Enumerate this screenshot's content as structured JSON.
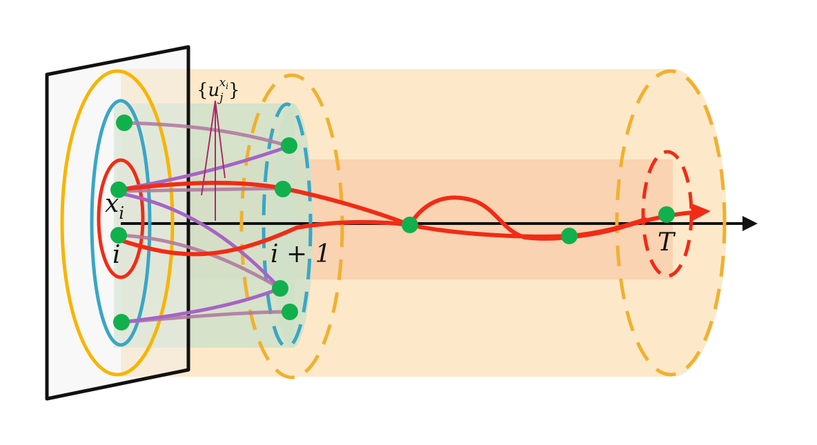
{
  "labels": {
    "x_i": "x",
    "x_i_sub": "i",
    "step_i": "i",
    "step_next": "i + 1",
    "terminal": "T",
    "set_open": "{",
    "set_var": "u",
    "set_sub": "j",
    "set_sup": "x",
    "set_sup_sub": "i",
    "set_close": "}"
  },
  "colors": {
    "outer_tube": "#fde9c9",
    "inner_tube": "#f8cfae",
    "green_tube": "#cfe0c9",
    "yellow_ring": "#f7b500",
    "yellow_dashed": "#f0b030",
    "cyan_ring": "#3aa6c4",
    "red": "#f12b16",
    "purple": "#a664c4",
    "mauve": "#b07ca0",
    "node": "#11b04c",
    "axis": "#111111",
    "panel": "#f0f0f0"
  }
}
